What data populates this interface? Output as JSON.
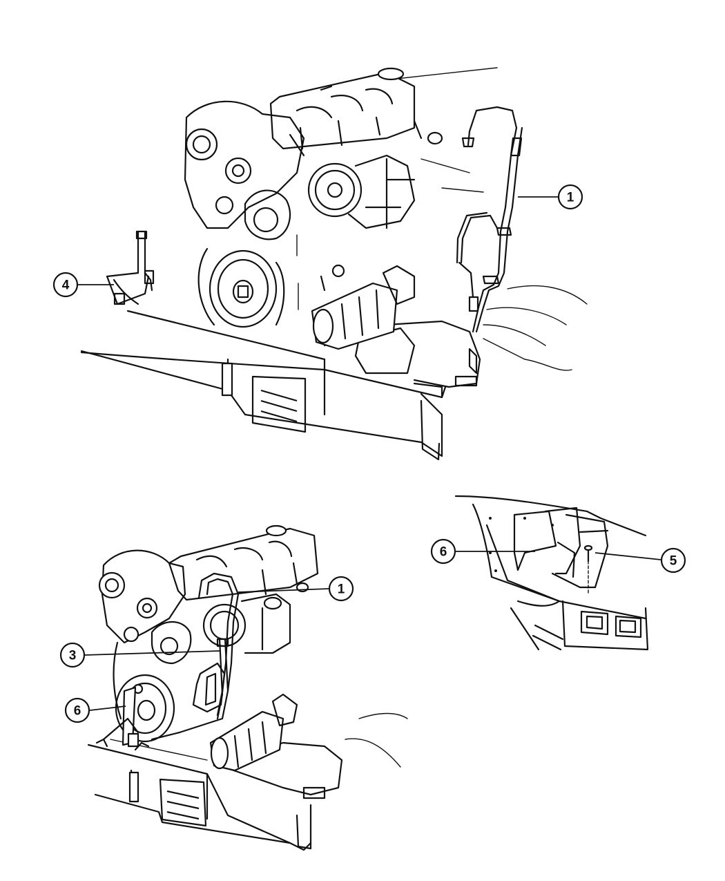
{
  "callouts": [
    {
      "id": "c1-top",
      "number": "1"
    },
    {
      "id": "c4-top",
      "number": "4"
    },
    {
      "id": "c1-bottom",
      "number": "1"
    },
    {
      "id": "c3-bottom",
      "number": "3"
    },
    {
      "id": "c6-bottom",
      "number": "6"
    },
    {
      "id": "c6-inset",
      "number": "6"
    },
    {
      "id": "c5-inset",
      "number": "5"
    }
  ],
  "colors": {
    "line": "#111111",
    "background": "#ffffff"
  }
}
